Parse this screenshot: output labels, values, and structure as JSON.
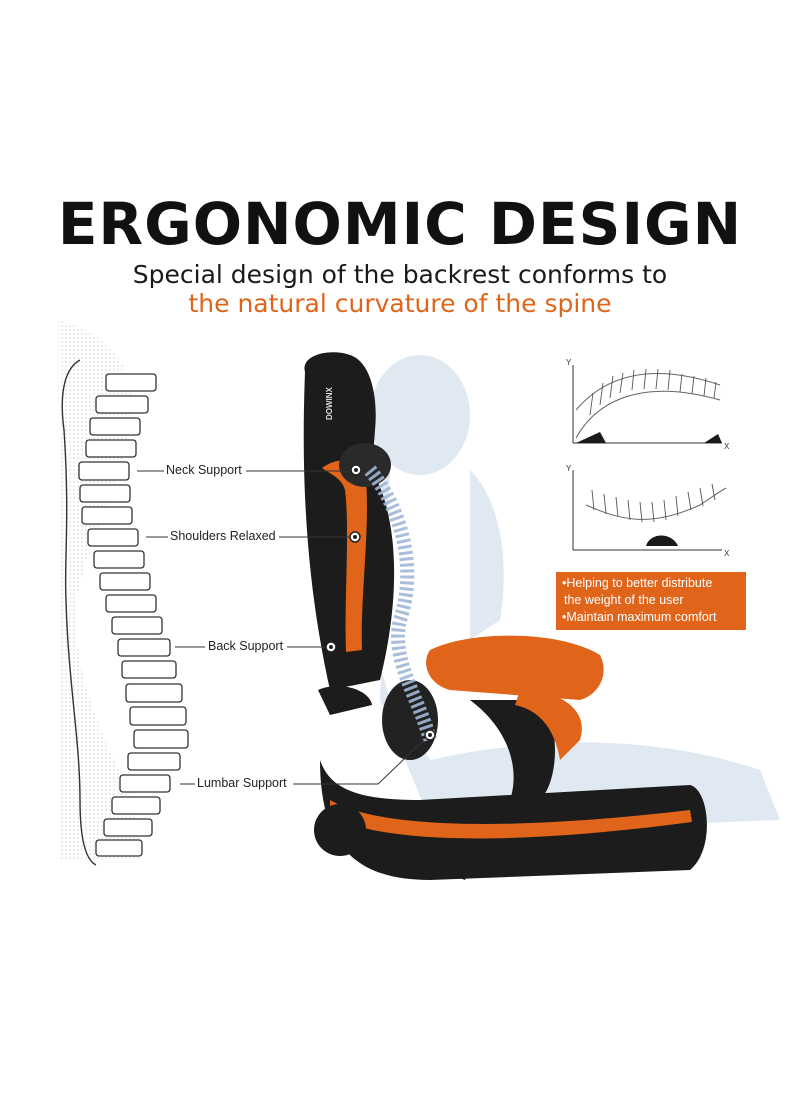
{
  "heading": {
    "title": "ERGONOMIC DESIGN",
    "subtitle_line1": "Special design of the backrest conforms to",
    "subtitle_line2": "the natural curvature of the spine"
  },
  "callouts": {
    "neck": "Neck Support",
    "shoulders": "Shoulders Relaxed",
    "back": "Back Support",
    "lumbar": "Lumbar Support"
  },
  "benefits": [
    "•Helping to better distribute",
    " the weight of the user",
    "•Maintain maximum comfort"
  ],
  "diagrams": {
    "top": {
      "y_label": "Y",
      "x_label": "X"
    },
    "bottom": {
      "y_label": "Y",
      "x_label": "X"
    }
  },
  "brand": "DOWINX",
  "colors": {
    "accent": "#e0651b",
    "chair_black": "#1c1c1c",
    "text": "#111111"
  }
}
